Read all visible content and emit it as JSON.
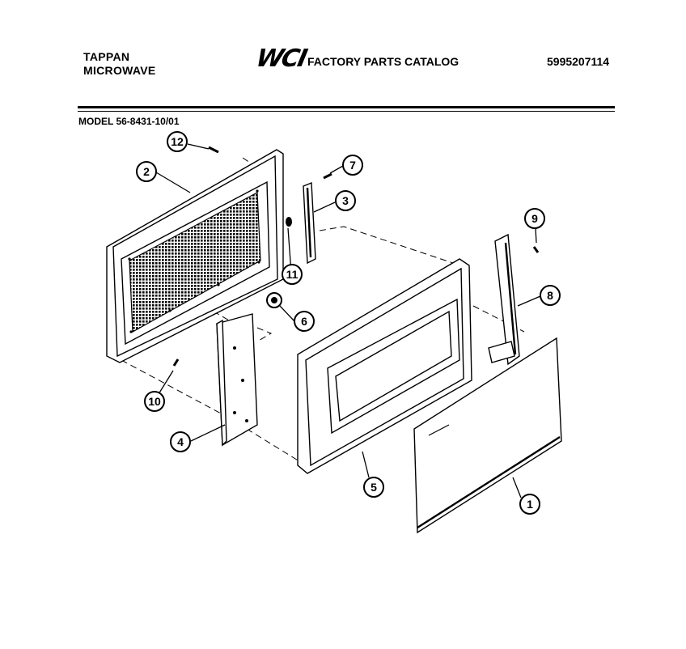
{
  "header": {
    "brand_line1": "TAPPAN",
    "brand_line2": "MICROWAVE",
    "logo": "WCI",
    "catalog_title": "FACTORY PARTS CATALOG",
    "part_number": "5995207114"
  },
  "model": "MODEL 56-8431-10/01",
  "callouts": [
    "1",
    "2",
    "3",
    "4",
    "5",
    "6",
    "7",
    "8",
    "9",
    "10",
    "11",
    "12"
  ]
}
